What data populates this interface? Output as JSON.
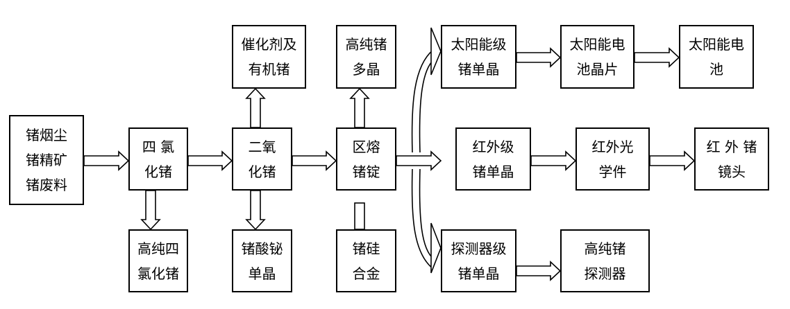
{
  "colors": {
    "line": "#000000",
    "background": "#ffffff"
  },
  "nodes": {
    "raw_materials": [
      "锗烟尘",
      "锗精矿",
      "锗废料"
    ],
    "tetrachloride": [
      "四 氯",
      "化锗"
    ],
    "high_purity_tetrachloride": [
      "高纯四",
      "氯化锗"
    ],
    "dioxide": [
      "二氧",
      "化锗"
    ],
    "catalyst_organic": [
      "催化剂及",
      "有机锗"
    ],
    "bismuth_germanate": [
      "锗酸铋",
      "单晶"
    ],
    "zone_ingot": [
      "区熔",
      "锗锭"
    ],
    "high_purity_poly": [
      "高纯锗",
      "多晶"
    ],
    "silicon_alloy": [
      "锗硅",
      "合金"
    ],
    "solar_crystal": [
      "太阳能级",
      "锗单晶"
    ],
    "solar_wafer": [
      "太阳能电",
      "池晶片"
    ],
    "solar_cell": [
      "太阳能电",
      "池"
    ],
    "infrared_crystal": [
      "红外级",
      "锗单晶"
    ],
    "infrared_optics": [
      "红外光",
      "学件"
    ],
    "infrared_lens": [
      "红 外 锗",
      "镜头"
    ],
    "detector_crystal": [
      "探测器级",
      "锗单晶"
    ],
    "detector": [
      "高纯锗",
      "探测器"
    ]
  }
}
